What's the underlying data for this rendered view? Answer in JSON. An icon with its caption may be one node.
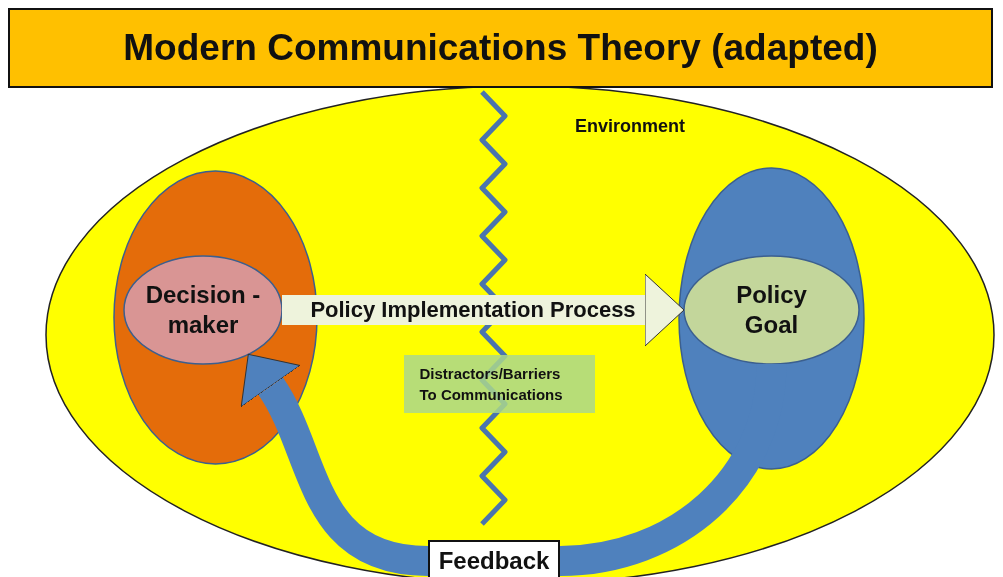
{
  "diagram": {
    "title": "Modern Communications Theory (adapted)",
    "nodes": [
      {
        "text": [
          "Environment"
        ]
      },
      {
        "text": [],
        "shape": "oval",
        "in": 0
      },
      {
        "text": [
          "Decision -maker"
        ],
        "in": 1
      },
      {
        "text": [],
        "shape": "oval",
        "in": 0
      },
      {
        "text": [
          "Policy Goal"
        ],
        "in": 3
      },
      {
        "text": [
          "Distractors/Barriers To Communications"
        ],
        "in": 0
      },
      {
        "text": [
          "Feedback"
        ],
        "in": 0
      }
    ],
    "edges": [
      {
        "from": 2,
        "to": 4,
        "arrow": "to",
        "label": "Policy Implementation Process",
        "color": "#eef3dc"
      },
      {
        "from": 4,
        "to": 6,
        "arrow": "none"
      },
      {
        "from": 6,
        "to": 2,
        "arrow": "to"
      }
    ]
  }
}
